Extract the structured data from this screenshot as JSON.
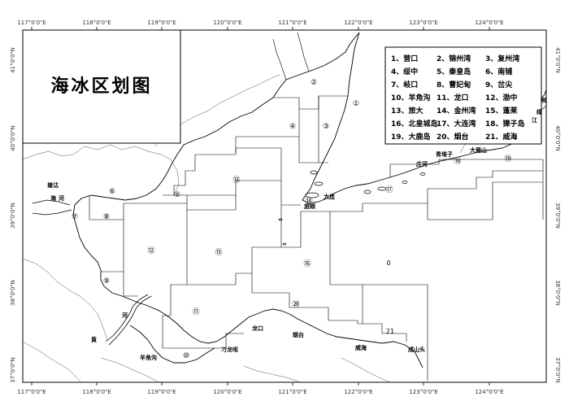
{
  "title": "海冰区划图",
  "lon_ticks_top": [
    "117°0'0\"E",
    "118°0'0\"E",
    "119°0'0\"E",
    "120°0'0\"E",
    "121°0'0\"E",
    "122°0'0\"E",
    "123°0'0\"E",
    "124°0'0\"E"
  ],
  "lon_ticks_bottom": [
    "117°0'0\"E",
    "118°0'0\"E",
    "119°0'0\"E",
    "120°0'0\"E",
    "121°0'0\"E",
    "122°0'0\"E",
    "123°0'0\"E",
    "124°0'0\"E"
  ],
  "lat_ticks": [
    "41°0'0\"N",
    "40°0'0\"N",
    "39°0'0\"N",
    "38°0'0\"N",
    "37°0'0\"N"
  ],
  "legend": [
    "1、营口",
    "2、锦州湾",
    "3、复州湾",
    "4、绥中",
    "5、秦皇岛",
    "6、南铺",
    "7、岐口",
    "8、曹妃甸",
    "9、岔尖",
    "10、羊角沟",
    "11、龙口",
    "12、渤中",
    "13、旅大",
    "14、金州湾",
    "15、蓬莱",
    "16、北皇城岛",
    "17、大连湾",
    "18、獐子岛",
    "19、大鹿岛",
    "20、烟台",
    "21、威海"
  ],
  "places": {
    "tanggu": "塘沽",
    "haihe_hai": "海",
    "haihe_he": "河",
    "huanghe_huang": "黄",
    "huanghe_he": "河",
    "yangjiaogou": "羊角沟",
    "diaolongzui": "刁龙咀",
    "longkou": "龙口",
    "yantai": "烟台",
    "weihai": "威海",
    "chengshantou": "成山头",
    "dalian": "大连",
    "lvshun": "旅顺",
    "zhuanghe": "庄河",
    "qingduizi": "青堆子",
    "dalushan": "大鹿山",
    "yalu_ya": "鸭",
    "yalu_lv": "绿",
    "yalu_jiang": "江",
    "zone_0": "0",
    "zone_21": "21"
  },
  "zone_labels": [
    "①",
    "②",
    "③",
    "④",
    "⑤",
    "⑥",
    "⑦",
    "⑧",
    "⑨",
    "⑩",
    "⑪",
    "⑫",
    "⑬",
    "⑭",
    "⑮",
    "⑯",
    "⑰",
    "⑱",
    "⑲",
    "⑳"
  ]
}
